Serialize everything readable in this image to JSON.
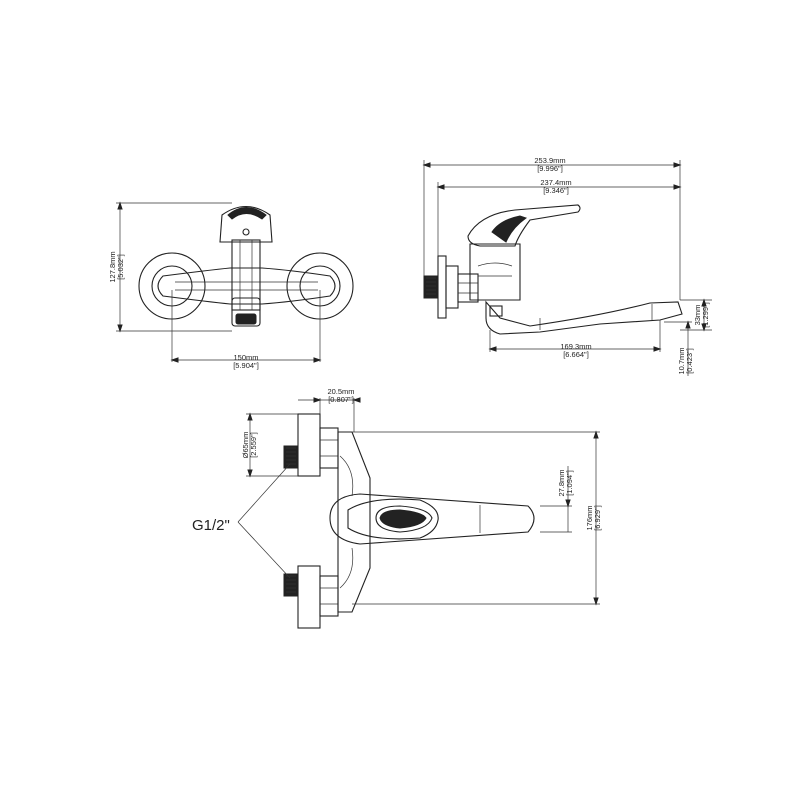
{
  "dimensions": {
    "front_height": {
      "mm": "127.8mm",
      "inch": "[5.032\"]"
    },
    "front_width": {
      "mm": "150mm",
      "inch": "[5.904\"]"
    },
    "side_total": {
      "mm": "253.9mm",
      "inch": "[9.996\"]"
    },
    "side_spout": {
      "mm": "237.4mm",
      "inch": "[9.346\"]"
    },
    "side_lower": {
      "mm": "169.3mm",
      "inch": "[6.664\"]"
    },
    "side_height_right": {
      "mm": "33mm",
      "inch": "[1.299\"]"
    },
    "side_bottom_right": {
      "mm": "10.7mm",
      "inch": "[0.423\"]"
    },
    "top_offset": {
      "mm": "20.5mm",
      "inch": "[0.807\"]"
    },
    "top_flange_dia": {
      "mm": "Ø65mm",
      "inch": "[2.559\"]"
    },
    "top_handle": {
      "mm": "27.8mm",
      "inch": "[1.094\"]"
    },
    "top_depth": {
      "mm": "176mm",
      "inch": "[6.929\"]"
    }
  },
  "thread_label": "G1/2\""
}
